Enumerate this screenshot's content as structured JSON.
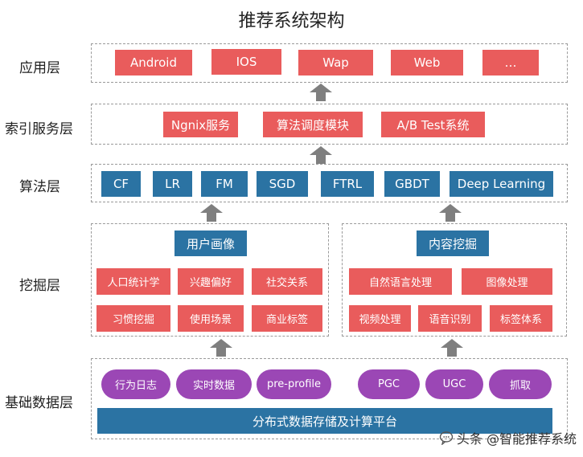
{
  "title": "推荐系统架构",
  "layers": {
    "app": "应用层",
    "index": "索引服务层",
    "algo": "算法层",
    "mining": "挖掘层",
    "data": "基础数据层"
  },
  "app_items": [
    "Android",
    "IOS",
    "Wap",
    "Web",
    "…"
  ],
  "index_items": [
    "Ngnix服务",
    "算法调度模块",
    "A/B  Test系统"
  ],
  "algo_items": [
    "CF",
    "LR",
    "FM",
    "SGD",
    "FTRL",
    "GBDT",
    "Deep Learning"
  ],
  "user_profile": {
    "header": "用户画像",
    "items": [
      "人口统计学",
      "兴趣偏好",
      "社交关系",
      "习惯挖掘",
      "使用场景",
      "商业标签"
    ]
  },
  "content_mining": {
    "header": "内容挖掘",
    "items": [
      "自然语言处理",
      "图像处理",
      "视频处理",
      "语音识别",
      "标签体系"
    ]
  },
  "data_sources": [
    "行为日志",
    "实时数据",
    "pre-profile",
    "PGC",
    "UGC",
    "抓取"
  ],
  "platform": "分布式数据存储及计算平台",
  "watermark": "头条 @智能推荐系统",
  "colors": {
    "red": "#e95c5c",
    "blue": "#2b73a3",
    "purple": "#9b47b5",
    "arrow": "#7f7f7f"
  }
}
